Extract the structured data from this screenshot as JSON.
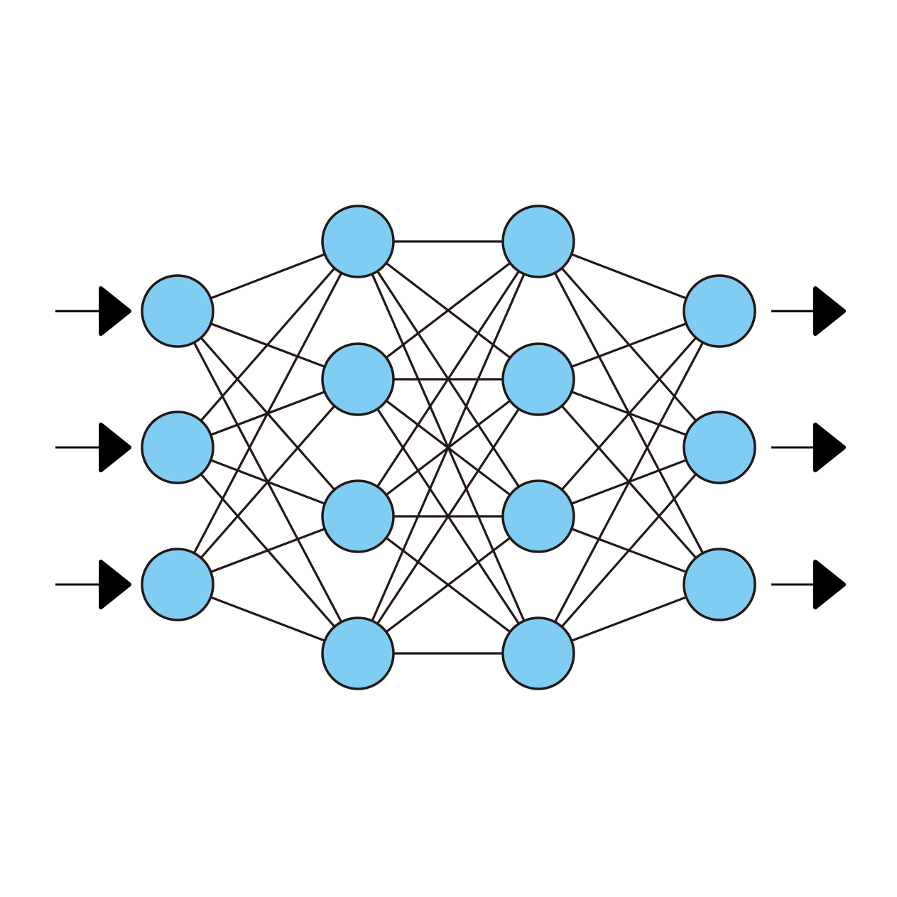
{
  "diagram": {
    "type": "fully-connected-neural-network",
    "layers": [
      {
        "name": "input",
        "node_count": 3
      },
      {
        "name": "hidden-1",
        "node_count": 4
      },
      {
        "name": "hidden-2",
        "node_count": 4
      },
      {
        "name": "output",
        "node_count": 3
      }
    ],
    "connectivity": "fully-connected-between-adjacent-layers",
    "input_arrows": 3,
    "output_arrows": 3,
    "colors": {
      "node_fill": "#7FCDF2",
      "node_stroke": "#231815",
      "edge": "#231815",
      "arrow": "#000000",
      "background": "#FFFFFF"
    },
    "icons": {
      "input_arrow": "arrow-right-icon",
      "output_arrow": "arrow-right-icon"
    }
  }
}
